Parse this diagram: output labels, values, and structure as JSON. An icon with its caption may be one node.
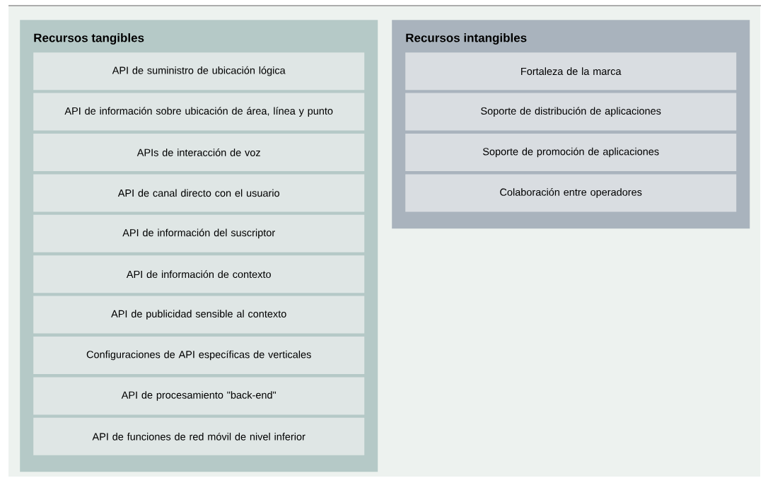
{
  "diagram": {
    "nodes": [
      {
        "text": [
          "Recursos tangibles"
        ]
      },
      {
        "text": [
          "API de suministro de ubicación lógica"
        ],
        "in": 0
      },
      {
        "text": [
          "API de información sobre ubicación de área, línea y punto"
        ],
        "in": 0
      },
      {
        "text": [
          "APIs de interacción de voz"
        ],
        "in": 0
      },
      {
        "text": [
          "API de canal directo con el usuario"
        ],
        "in": 0
      },
      {
        "text": [
          "API de información del suscriptor"
        ],
        "in": 0
      },
      {
        "text": [
          "API de información de contexto"
        ],
        "in": 0
      },
      {
        "text": [
          "API de publicidad sensible al contexto"
        ],
        "in": 0
      },
      {
        "text": [
          "Configuraciones de API  específicas de verticales"
        ],
        "in": 0
      },
      {
        "text": [
          "API de procesamiento \"back-end\""
        ],
        "in": 0
      },
      {
        "text": [
          "API de funciones de red móvil de nivel inferior"
        ],
        "in": 0
      },
      {
        "text": [
          "Recursos intangibles"
        ]
      },
      {
        "text": [
          "Fortaleza de la marca"
        ],
        "in": 11
      },
      {
        "text": [
          "Soporte de distribución de aplicaciones"
        ],
        "in": 11
      },
      {
        "text": [
          "Soporte de promoción de aplicaciones"
        ],
        "in": 11
      },
      {
        "text": [
          "Colaboración entre operadores"
        ],
        "in": 11
      }
    ]
  }
}
